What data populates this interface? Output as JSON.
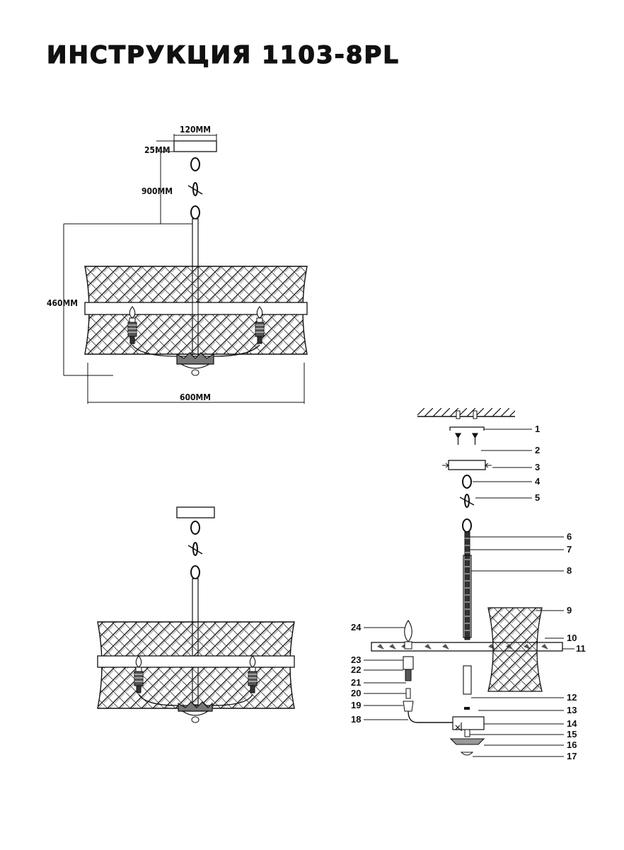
{
  "title": "ИНСТРУКЦИЯ 1103-8PL",
  "dimensions": {
    "canopy_width": "120MM",
    "canopy_height": "25MM",
    "chain_length": "900MM",
    "body_height": "460MM",
    "body_width": "600MM"
  },
  "callouts": [
    "1",
    "2",
    "3",
    "4",
    "5",
    "6",
    "7",
    "8",
    "9",
    "10",
    "11",
    "12",
    "13",
    "14",
    "15",
    "16",
    "17",
    "18",
    "19",
    "20",
    "21",
    "22",
    "23",
    "24"
  ]
}
